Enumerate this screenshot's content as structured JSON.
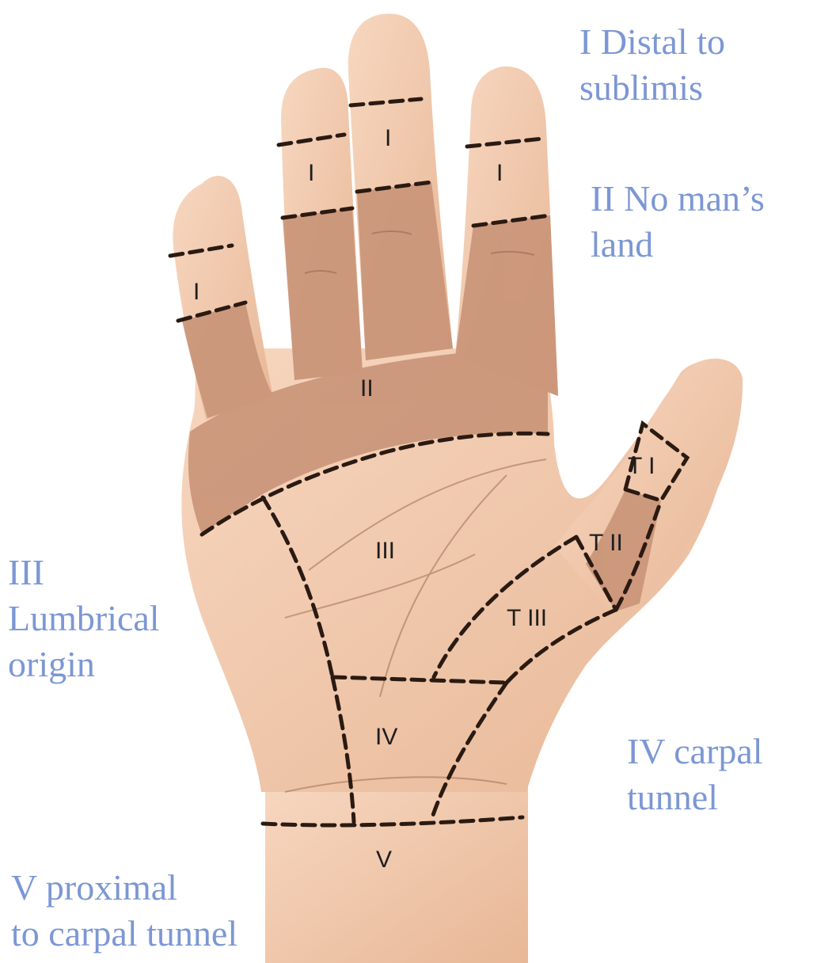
{
  "captions": {
    "zone1": "I Distal to\nsublimis",
    "zone2": "II No man’s\nland",
    "zone3": "III\nLumbrical\norigin",
    "zone4": "IV carpal\ntunnel",
    "zone5": " V proximal\nto carpal tunnel"
  },
  "zone_labels": {
    "little_I": "I",
    "ring_I": "I",
    "middle_I": "I",
    "index_I": "I",
    "zone_II": "II",
    "zone_III": "III",
    "zone_IV": "IV",
    "zone_V": "V",
    "thumb_TI": "T I",
    "thumb_TII": "T II",
    "thumb_TIII": "T III"
  },
  "colors": {
    "skin_light": "#f2c9ad",
    "skin_dark": "#c99478",
    "line": "#2a1a12",
    "caption": "#7c97d4"
  }
}
